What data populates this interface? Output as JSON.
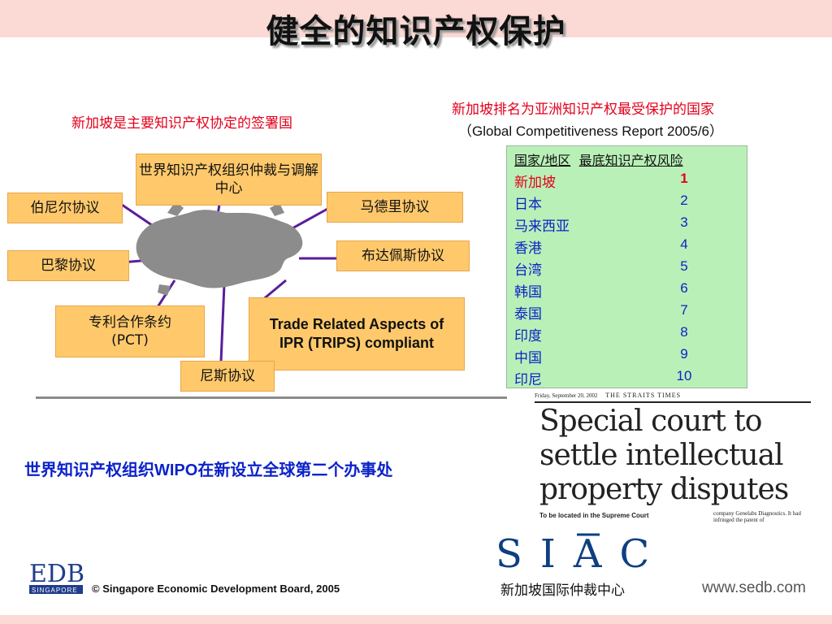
{
  "title": "健全的知识产权保护",
  "left_subtitle": "新加坡是主要知识产权协定的签署国",
  "right_subtitle": "新加坡排名为亚洲知识产权最受保护的国家",
  "right_source": "（Global Competitiveness Report 2005/6）",
  "treaties": {
    "wipo_center": "世界知识产权组织仲裁与调解中心",
    "berne": "伯尼尔协议",
    "madrid": "马德里协议",
    "paris": "巴黎协议",
    "budapest": "布达佩斯协议",
    "pct": "专利合作条约\n(PCT)",
    "trips": "Trade Related Aspects of IPR (TRIPS) compliant",
    "nice": "尼斯协议"
  },
  "ranking": {
    "header_country": "国家/地区",
    "header_rank": "最底知识产权风险",
    "rows": [
      {
        "country": "新加坡",
        "rank": "1"
      },
      {
        "country": "日本",
        "rank": "2"
      },
      {
        "country": "马来西亚",
        "rank": "3"
      },
      {
        "country": "香港",
        "rank": "4"
      },
      {
        "country": "台湾",
        "rank": "5"
      },
      {
        "country": "韩国",
        "rank": "6"
      },
      {
        "country": "泰国",
        "rank": "7"
      },
      {
        "country": "印度",
        "rank": "8"
      },
      {
        "country": "中国",
        "rank": "9"
      },
      {
        "country": "印尼",
        "rank": "10"
      }
    ]
  },
  "wipo_note_pre": "世界知识产权组织",
  "wipo_note_bold": "WIPO",
  "wipo_note_post": "在新设立全球第二个办事处",
  "newspaper": {
    "dateline": "Friday, September 20, 2002",
    "masthead": "THE STRAITS TIMES",
    "headline": "Special court to settle intellectual property disputes",
    "subhead": "To be located in the Supreme Court",
    "body_snippet": "company Genelabs Diagnostics. It had infringed the patent of"
  },
  "siac_logo": "SIAC",
  "siac_caption": "新加坡国际仲裁中心",
  "edb_logo": "EDB",
  "edb_logo_sub": "SINGAPORE",
  "copyright": "© Singapore Economic Development Board, 2005",
  "website": "www.sedb.com",
  "colors": {
    "accent_red": "#e3001b",
    "accent_blue": "#0b22c9",
    "box_orange": "#ffc96b",
    "panel_green": "#b9f0b7",
    "title_band": "#fbd9d4",
    "connector": "#5a1d9c"
  }
}
